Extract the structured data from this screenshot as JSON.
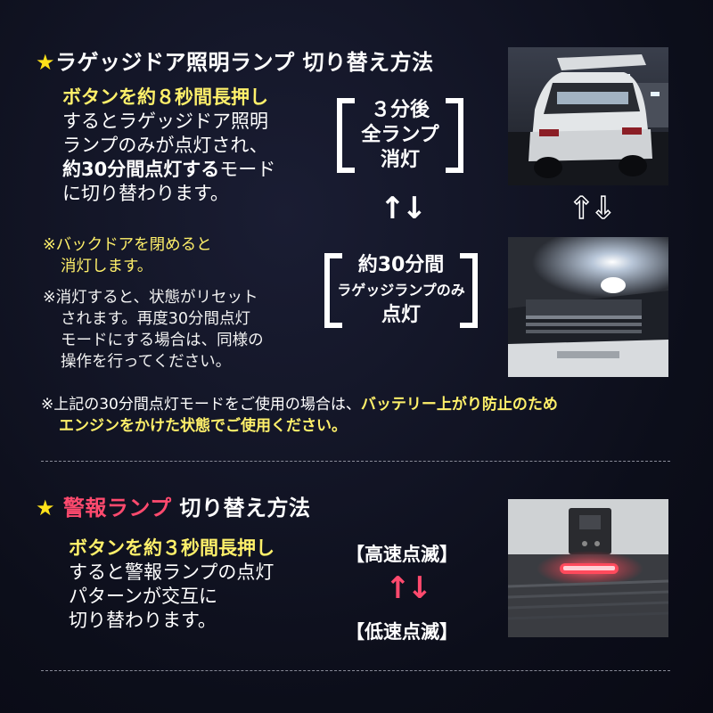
{
  "luggage": {
    "heading_star": "★",
    "heading_main": "ラゲッジドア照明ランプ 切り替え方法",
    "desc_line1": "ボタンを約８秒間長押し",
    "desc_line2": "するとラゲッジドア照明",
    "desc_line3": "ランプのみが点灯され、",
    "desc_line4_bold": "約30分間点灯する",
    "desc_line4_rest": "モード",
    "desc_line5": "に切り替わります。",
    "note1_line1": "※バックドアを閉めると",
    "note1_line2": "消灯します。",
    "note2_line1": "※消灯すると、状態がリセット",
    "note2_line2": "されます。再度30分間点灯",
    "note2_line3": "モードにする場合は、同様の",
    "note2_line4": "操作を行ってください。",
    "box1_line1": "３分後",
    "box1_line2": "全ランプ",
    "box1_line3": "消灯",
    "arrows": "↑↓",
    "box2_line1": "約30分間",
    "box2_line2": "ラゲッジランプのみ",
    "box2_line3": "点灯",
    "footnote_prefix": "※上記の30分間点灯モードをご使用の場合は、",
    "footnote_highlight1": "バッテリー上がり防止のため",
    "footnote_highlight2": "エンジンをかけた状態でご使用ください。"
  },
  "warning": {
    "heading_star": "★",
    "heading_red": "警報ランプ",
    "heading_rest": "切り替え方法",
    "desc_line1": "ボタンを約３秒間長押し",
    "desc_line2": "すると警報ランプの点灯",
    "desc_line3": "パターンが交互に",
    "desc_line4": "切り替わります。",
    "mode_fast": "【高速点滅】",
    "mode_slow": "【低速点滅】",
    "arrows": "↑↓"
  },
  "colors": {
    "accent_yellow": "#fff06a",
    "star_yellow": "#ffe21a",
    "accent_red": "#ff4a6e",
    "background": "#0d0f1c"
  }
}
